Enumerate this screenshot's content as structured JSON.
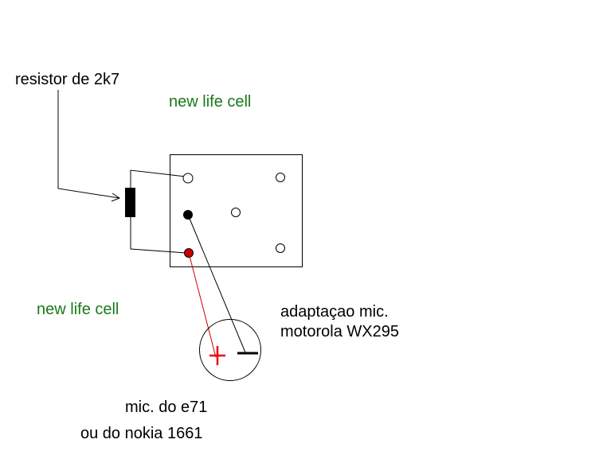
{
  "labels": {
    "resistor": "resistor de 2k7",
    "new_life_cell_top": "new life cell",
    "new_life_cell_left": "new life cell",
    "adaptation_line1": "adaptaçao mic.",
    "adaptation_line2": "motorola WX295",
    "mic_line1": "mic. do e71",
    "mic_line2": "ou do nokia 1661"
  },
  "colors": {
    "text": "#000000",
    "green_text": "#1a7a1a",
    "positive_wire": "#cc0000",
    "negative_wire": "#000000"
  }
}
